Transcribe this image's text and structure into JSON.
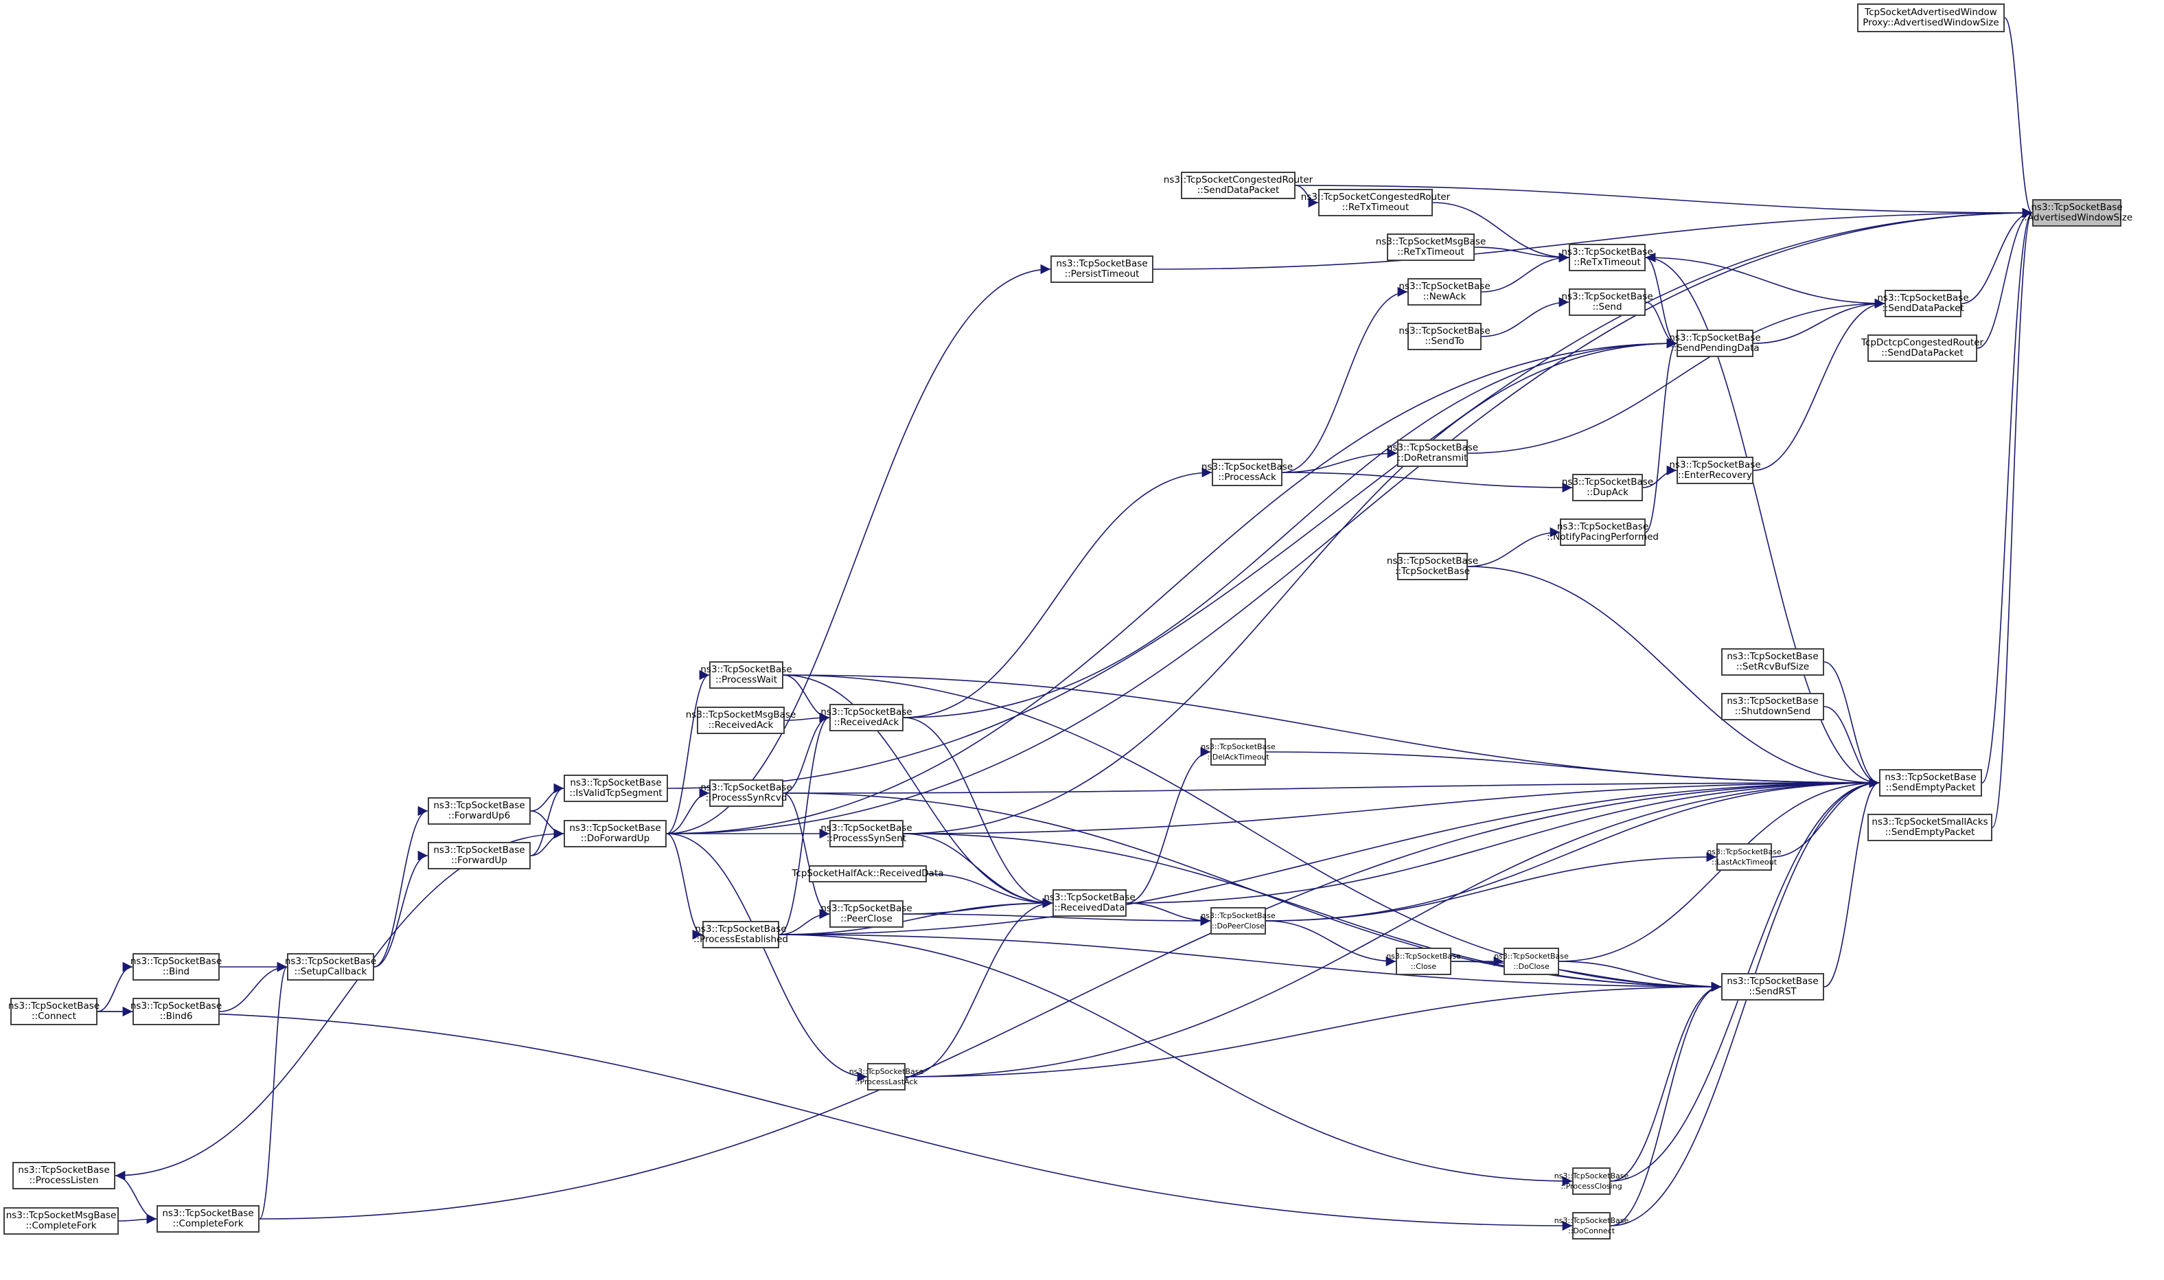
{
  "title": "ns3::TcpSocketBase::AdvertisedWindowSize caller graph",
  "colors": {
    "edge": "#191970",
    "node_border": "#404040",
    "focus_fill": "#bfbfbf",
    "node_fill": "#ffffff"
  },
  "nodes": [
    {
      "id": "aws",
      "lines": [
        "ns3::TcpSocketBase",
        "::AdvertisedWindowSize"
      ],
      "focus": true
    },
    {
      "id": "awproxy",
      "lines": [
        "TcpSocketAdvertisedWindow",
        "Proxy::AdvertisedWindowSize"
      ]
    },
    {
      "id": "sdp",
      "lines": [
        "ns3::TcpSocketBase",
        "::SendDataPacket"
      ]
    },
    {
      "id": "dctcp",
      "lines": [
        "TcpDctcpCongestedRouter",
        "::SendDataPacket"
      ]
    },
    {
      "id": "sep",
      "lines": [
        "ns3::TcpSocketBase",
        "::SendEmptyPacket"
      ]
    },
    {
      "id": "smallacks",
      "lines": [
        "ns3::TcpSocketSmallAcks",
        "::SendEmptyPacket"
      ]
    },
    {
      "id": "crsdp",
      "lines": [
        "ns3::TcpSocketCongestedRouter",
        "::SendDataPacket"
      ]
    },
    {
      "id": "crretx",
      "lines": [
        "ns3::TcpSocketCongestedRouter",
        "::ReTxTimeout"
      ]
    },
    {
      "id": "msgretx",
      "lines": [
        "ns3::TcpSocketMsgBase",
        "::ReTxTimeout"
      ]
    },
    {
      "id": "retx",
      "lines": [
        "ns3::TcpSocketBase",
        "::ReTxTimeout"
      ]
    },
    {
      "id": "newack",
      "lines": [
        "ns3::TcpSocketBase",
        "::NewAck"
      ]
    },
    {
      "id": "send",
      "lines": [
        "ns3::TcpSocketBase",
        "::Send"
      ]
    },
    {
      "id": "sendto",
      "lines": [
        "ns3::TcpSocketBase",
        "::SendTo"
      ]
    },
    {
      "id": "spd",
      "lines": [
        "ns3::TcpSocketBase",
        "::SendPendingData"
      ]
    },
    {
      "id": "persist",
      "lines": [
        "ns3::TcpSocketBase",
        "::PersistTimeout"
      ]
    },
    {
      "id": "doretx",
      "lines": [
        "ns3::TcpSocketBase",
        "::DoRetransmit"
      ]
    },
    {
      "id": "processack",
      "lines": [
        "ns3::TcpSocketBase",
        "::ProcessAck"
      ]
    },
    {
      "id": "dupack",
      "lines": [
        "ns3::TcpSocketBase",
        "::DupAck"
      ]
    },
    {
      "id": "enterrec",
      "lines": [
        "ns3::TcpSocketBase",
        "::EnterRecovery"
      ]
    },
    {
      "id": "npp",
      "lines": [
        "ns3::TcpSocketBase",
        "::NotifyPacingPerformed"
      ]
    },
    {
      "id": "ctor",
      "lines": [
        "ns3::TcpSocketBase",
        "::TcpSocketBase"
      ]
    },
    {
      "id": "setrcv",
      "lines": [
        "ns3::TcpSocketBase",
        "::SetRcvBufSize"
      ]
    },
    {
      "id": "shutdown",
      "lines": [
        "ns3::TcpSocketBase",
        "::ShutdownSend"
      ]
    },
    {
      "id": "processwait",
      "lines": [
        "ns3::TcpSocketBase",
        "::ProcessWait"
      ]
    },
    {
      "id": "msgrecvack",
      "lines": [
        "ns3::TcpSocketMsgBase",
        "::ReceivedAck"
      ]
    },
    {
      "id": "recvack",
      "lines": [
        "ns3::TcpSocketBase",
        "::ReceivedAck"
      ]
    },
    {
      "id": "delack",
      "lines": [
        "ns3::TcpSocketBase",
        "::DelAckTimeout"
      ]
    },
    {
      "id": "synrcvd",
      "lines": [
        "ns3::TcpSocketBase",
        "::ProcessSynRcvd"
      ]
    },
    {
      "id": "synsent",
      "lines": [
        "ns3::TcpSocketBase",
        "::ProcessSynSent"
      ]
    },
    {
      "id": "halfack",
      "lines": [
        "TcpSocketHalfAck::ReceivedData"
      ]
    },
    {
      "id": "recvdata",
      "lines": [
        "ns3::TcpSocketBase",
        "::ReceivedData"
      ]
    },
    {
      "id": "peerclose",
      "lines": [
        "ns3::TcpSocketBase",
        "::PeerClose"
      ]
    },
    {
      "id": "established",
      "lines": [
        "ns3::TcpSocketBase",
        "::ProcessEstablished"
      ]
    },
    {
      "id": "dopeerclose",
      "lines": [
        "ns3::TcpSocketBase",
        "::DoPeerClose"
      ]
    },
    {
      "id": "lastacktimeout",
      "lines": [
        "ns3::TcpSocketBase",
        "::LastAckTimeout"
      ]
    },
    {
      "id": "close",
      "lines": [
        "ns3::TcpSocketBase",
        "::Close"
      ]
    },
    {
      "id": "doclose",
      "lines": [
        "ns3::TcpSocketBase",
        "::DoClose"
      ]
    },
    {
      "id": "sendrst",
      "lines": [
        "ns3::TcpSocketBase",
        "::SendRST"
      ]
    },
    {
      "id": "lastack",
      "lines": [
        "ns3::TcpSocketBase",
        "::ProcessLastAck"
      ]
    },
    {
      "id": "closing",
      "lines": [
        "ns3::TcpSocketBase",
        "::ProcessClosing"
      ]
    },
    {
      "id": "doconnect",
      "lines": [
        "ns3::TcpSocketBase",
        "::DoConnect"
      ]
    },
    {
      "id": "isvalid",
      "lines": [
        "ns3::TcpSocketBase",
        "::IsValidTcpSegment"
      ]
    },
    {
      "id": "doforwardup",
      "lines": [
        "ns3::TcpSocketBase",
        "::DoForwardUp"
      ]
    },
    {
      "id": "forwardup6",
      "lines": [
        "ns3::TcpSocketBase",
        "::ForwardUp6"
      ]
    },
    {
      "id": "forwardup",
      "lines": [
        "ns3::TcpSocketBase",
        "::ForwardUp"
      ]
    },
    {
      "id": "setupcb",
      "lines": [
        "ns3::TcpSocketBase",
        "::SetupCallback"
      ]
    },
    {
      "id": "bind",
      "lines": [
        "ns3::TcpSocketBase",
        "::Bind"
      ]
    },
    {
      "id": "bind6",
      "lines": [
        "ns3::TcpSocketBase",
        "::Bind6"
      ]
    },
    {
      "id": "connect",
      "lines": [
        "ns3::TcpSocketBase",
        "::Connect"
      ]
    },
    {
      "id": "listen",
      "lines": [
        "ns3::TcpSocketBase",
        "::ProcessListen"
      ]
    },
    {
      "id": "msgfork",
      "lines": [
        "ns3::TcpSocketMsgBase",
        "::CompleteFork"
      ]
    },
    {
      "id": "fork",
      "lines": [
        "ns3::TcpSocketBase",
        "::CompleteFork"
      ]
    }
  ],
  "edges": [
    [
      "awproxy",
      "aws"
    ],
    [
      "sdp",
      "aws"
    ],
    [
      "dctcp",
      "aws"
    ],
    [
      "sep",
      "aws"
    ],
    [
      "smallacks",
      "aws"
    ],
    [
      "crsdp",
      "aws"
    ],
    [
      "persist",
      "aws"
    ],
    [
      "doforwardup",
      "aws"
    ],
    [
      "isvalid",
      "aws"
    ],
    [
      "crsdp",
      "crretx"
    ],
    [
      "crretx",
      "retx"
    ],
    [
      "msgretx",
      "retx"
    ],
    [
      "newack",
      "retx"
    ],
    [
      "sdp",
      "retx"
    ],
    [
      "sendto",
      "send"
    ],
    [
      "send",
      "spd"
    ],
    [
      "retx",
      "spd"
    ],
    [
      "spd",
      "sdp"
    ],
    [
      "doretx",
      "sdp"
    ],
    [
      "enterrec",
      "sdp"
    ],
    [
      "retx",
      "sep"
    ],
    [
      "processack",
      "newack"
    ],
    [
      "processack",
      "doretx"
    ],
    [
      "processack",
      "dupack"
    ],
    [
      "dupack",
      "enterrec"
    ],
    [
      "ctor",
      "npp"
    ],
    [
      "npp",
      "spd"
    ],
    [
      "ctor",
      "sep"
    ],
    [
      "setrcv",
      "sep"
    ],
    [
      "shutdown",
      "sep"
    ],
    [
      "processwait",
      "sep"
    ],
    [
      "synrcvd",
      "sep"
    ],
    [
      "synsent",
      "sep"
    ],
    [
      "delack",
      "sep"
    ],
    [
      "recvdata",
      "sep"
    ],
    [
      "lastacktimeout",
      "sep"
    ],
    [
      "dopeerclose",
      "sep"
    ],
    [
      "doclose",
      "sep"
    ],
    [
      "sendrst",
      "sep"
    ],
    [
      "lastack",
      "sep"
    ],
    [
      "established",
      "sep"
    ],
    [
      "closing",
      "sep"
    ],
    [
      "doconnect",
      "sep"
    ],
    [
      "fork",
      "sep"
    ],
    [
      "recvack",
      "processack"
    ],
    [
      "recvack",
      "spd"
    ],
    [
      "synsent",
      "spd"
    ],
    [
      "doforwardup",
      "spd"
    ],
    [
      "doforwardup",
      "persist"
    ],
    [
      "processwait",
      "recvack"
    ],
    [
      "msgrecvack",
      "recvack"
    ],
    [
      "synrcvd",
      "recvack"
    ],
    [
      "established",
      "recvack"
    ],
    [
      "recvack",
      "recvdata"
    ],
    [
      "processwait",
      "recvdata"
    ],
    [
      "synsent",
      "recvdata"
    ],
    [
      "halfack",
      "recvdata"
    ],
    [
      "peerclose",
      "recvdata"
    ],
    [
      "established",
      "recvdata"
    ],
    [
      "lastack",
      "recvdata"
    ],
    [
      "recvdata",
      "delack"
    ],
    [
      "recvdata",
      "dopeerclose"
    ],
    [
      "peerclose",
      "dopeerclose"
    ],
    [
      "dopeerclose",
      "lastacktimeout"
    ],
    [
      "dopeerclose",
      "close"
    ],
    [
      "close",
      "doclose"
    ],
    [
      "close",
      "sendrst"
    ],
    [
      "doclose",
      "sendrst"
    ],
    [
      "processwait",
      "sendrst"
    ],
    [
      "synrcvd",
      "sendrst"
    ],
    [
      "synsent",
      "sendrst"
    ],
    [
      "established",
      "sendrst"
    ],
    [
      "lastack",
      "sendrst"
    ],
    [
      "closing",
      "sendrst"
    ],
    [
      "doconnect",
      "sendrst"
    ],
    [
      "synrcvd",
      "peerclose"
    ],
    [
      "established",
      "peerclose"
    ],
    [
      "doforwardup",
      "processwait"
    ],
    [
      "doforwardup",
      "synrcvd"
    ],
    [
      "doforwardup",
      "synsent"
    ],
    [
      "doforwardup",
      "established"
    ],
    [
      "doforwardup",
      "lastack"
    ],
    [
      "doforwardup",
      "listen"
    ],
    [
      "established",
      "closing"
    ],
    [
      "forwardup6",
      "isvalid"
    ],
    [
      "forwardup",
      "isvalid"
    ],
    [
      "forwardup6",
      "doforwardup"
    ],
    [
      "forwardup",
      "doforwardup"
    ],
    [
      "setupcb",
      "forwardup6"
    ],
    [
      "setupcb",
      "forwardup"
    ],
    [
      "bind",
      "setupcb"
    ],
    [
      "bind6",
      "setupcb"
    ],
    [
      "fork",
      "setupcb"
    ],
    [
      "connect",
      "bind"
    ],
    [
      "connect",
      "bind6"
    ],
    [
      "connect",
      "doconnect"
    ],
    [
      "listen",
      "fork"
    ],
    [
      "msgfork",
      "fork"
    ]
  ]
}
